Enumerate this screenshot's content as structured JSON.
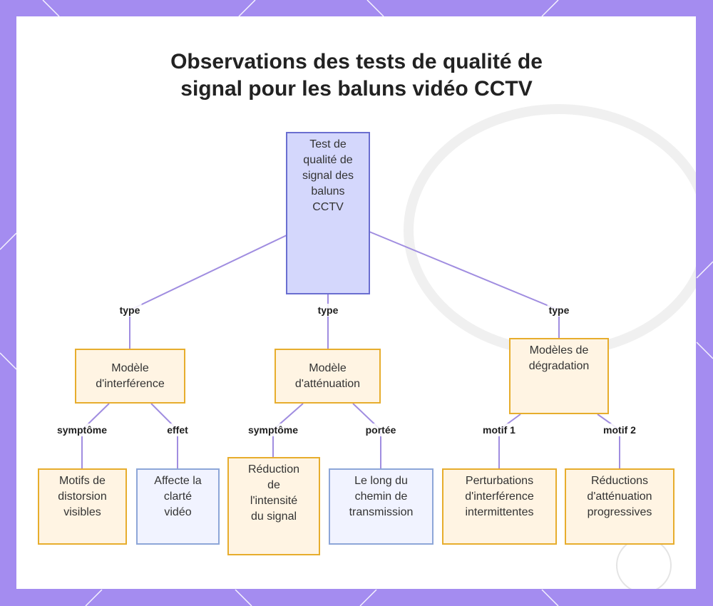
{
  "title": {
    "line1": "Observations des tests de qualité de",
    "line2": "signal pour les baluns vidéo CCTV"
  },
  "colors": {
    "frame": "#a48cf0",
    "edge": "#a08de0",
    "root_fill": "#d4d7fc",
    "root_border": "#6a6ed0",
    "orange_fill": "#fff4e3",
    "orange_border": "#e7ad2d",
    "blue_fill": "#f1f3ff",
    "blue_border": "#8da6d8"
  },
  "nodes": {
    "root": [
      "Test de",
      "qualité de",
      "signal des",
      "baluns",
      "CCTV"
    ],
    "interference": [
      "Modèle",
      "d'interférence"
    ],
    "attenuation": [
      "Modèle",
      "d'atténuation"
    ],
    "degradation": [
      "Modèles de",
      "dégradation"
    ],
    "distortion": [
      "Motifs de",
      "distorsion",
      "visibles"
    ],
    "clarity": [
      "Affecte la",
      "clarté",
      "vidéo"
    ],
    "intensity": [
      "Réduction",
      "de",
      "l'intensité",
      "du signal"
    ],
    "path": [
      "Le long du",
      "chemin de",
      "transmission"
    ],
    "perturbations": [
      "Perturbations",
      "d'interférence",
      "intermittentes"
    ],
    "reductions": [
      "Réductions",
      "d'atténuation",
      "progressives"
    ]
  },
  "edges": {
    "type_left": "type",
    "type_mid": "type",
    "type_right": "type",
    "symptom_left": "symptôme",
    "effect": "effet",
    "symptom_mid": "symptôme",
    "reach": "portée",
    "pattern1": "motif 1",
    "pattern2": "motif 2"
  }
}
